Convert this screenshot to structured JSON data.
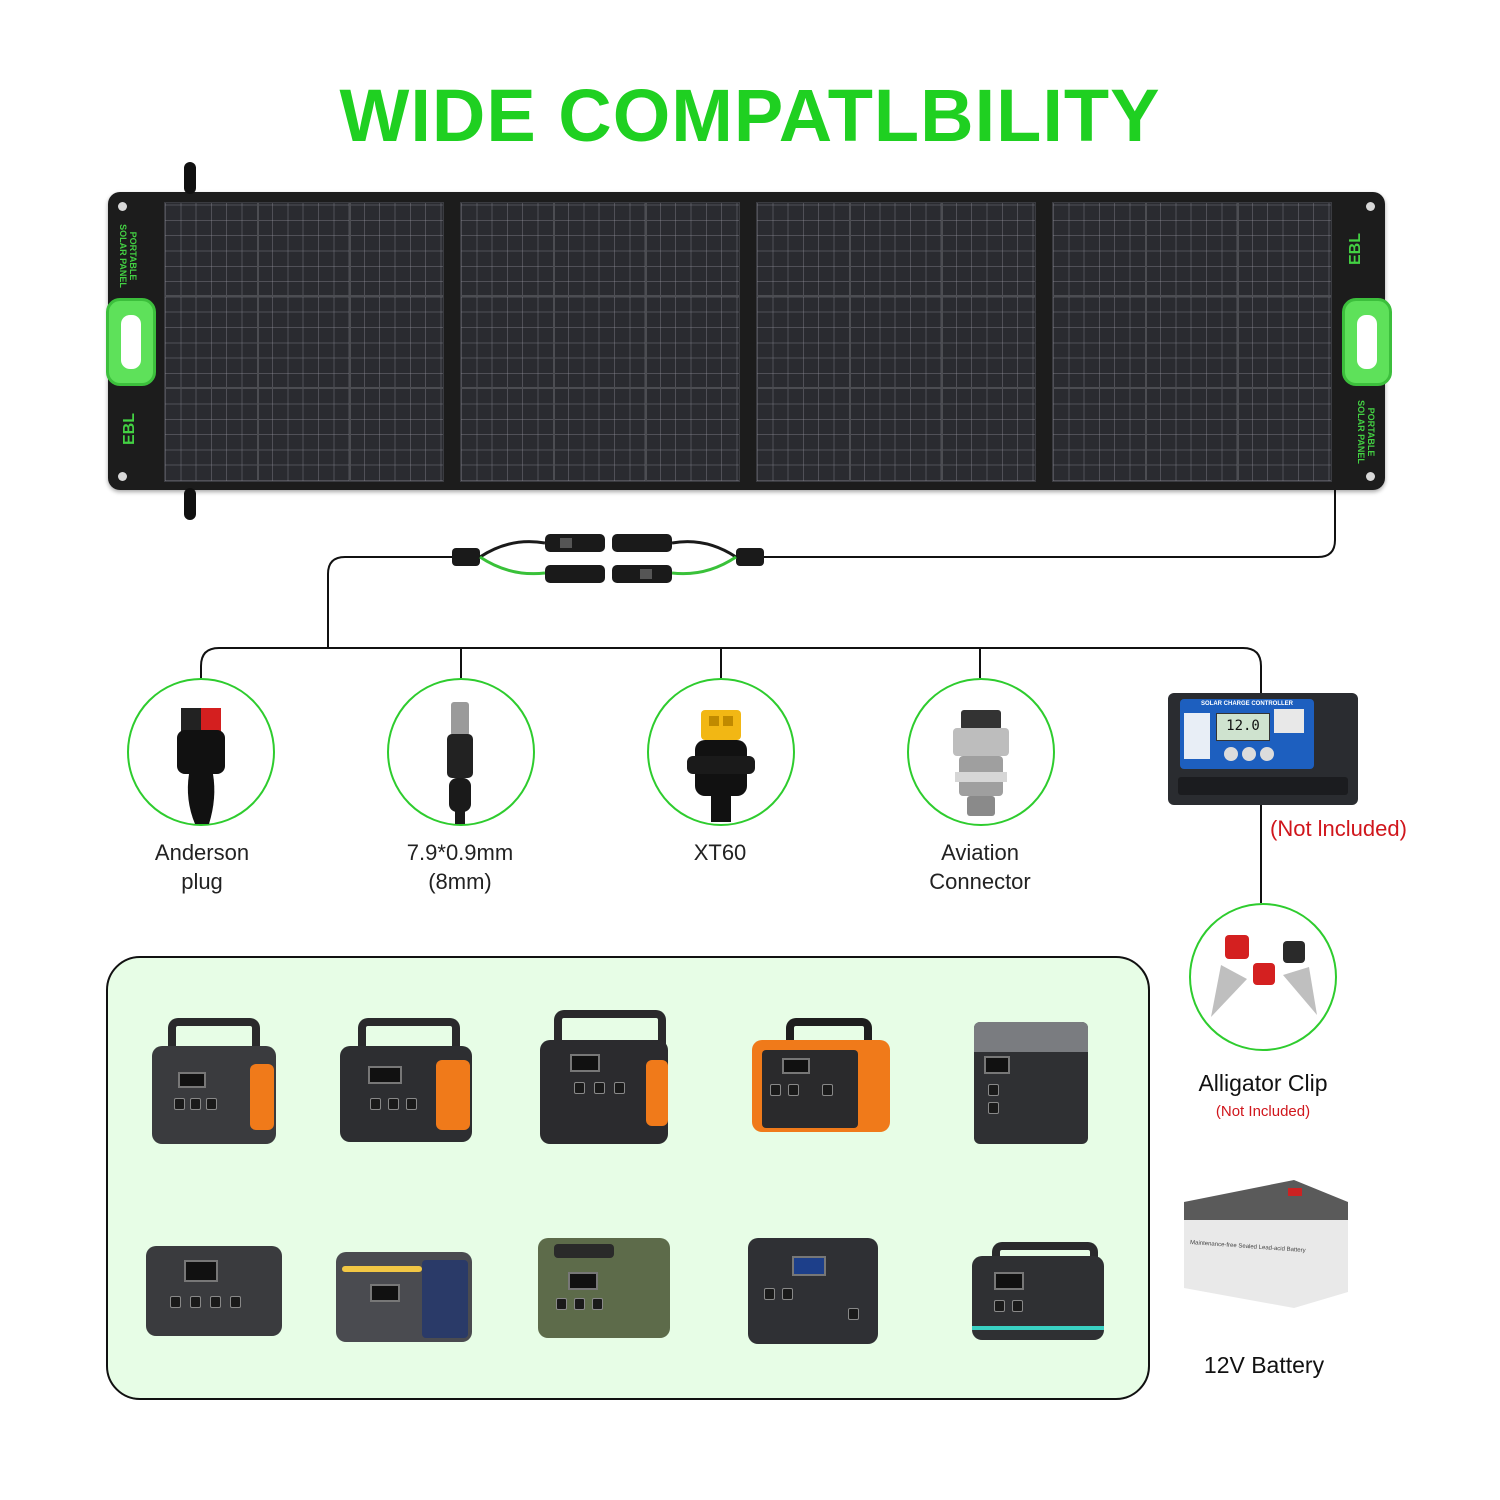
{
  "title": "WIDE COMPATLBILITY",
  "panel": {
    "brand": "EBL",
    "side_label_1": "PORTABLE",
    "side_label_2": "SOLAR PANEL"
  },
  "connectors": [
    {
      "label_line1": "Anderson",
      "label_line2": "plug",
      "icon": "anderson-plug-icon"
    },
    {
      "label_line1": "7.9*0.9mm",
      "label_line2": "(8mm)",
      "icon": "dc-barrel-plug-icon"
    },
    {
      "label_line1": "XT60",
      "label_line2": "",
      "icon": "xt60-plug-icon"
    },
    {
      "label_line1": "Aviation",
      "label_line2": "Connector",
      "icon": "aviation-connector-icon"
    }
  ],
  "controller": {
    "header": "SOLAR CHARGE CONTROLLER",
    "display": "12.0",
    "note": "(Not lncluded)"
  },
  "alligator": {
    "label": "Alligator Clip",
    "note": "(Not Included)"
  },
  "battery": {
    "label": "12V Battery",
    "case_text": "Maintenance-free Sealed Lead-acid Battery"
  },
  "colors": {
    "accent_green": "#1fd021",
    "note_red": "#d0161c",
    "box_bg": "#e7fde6",
    "orange": "#f07a1a"
  }
}
